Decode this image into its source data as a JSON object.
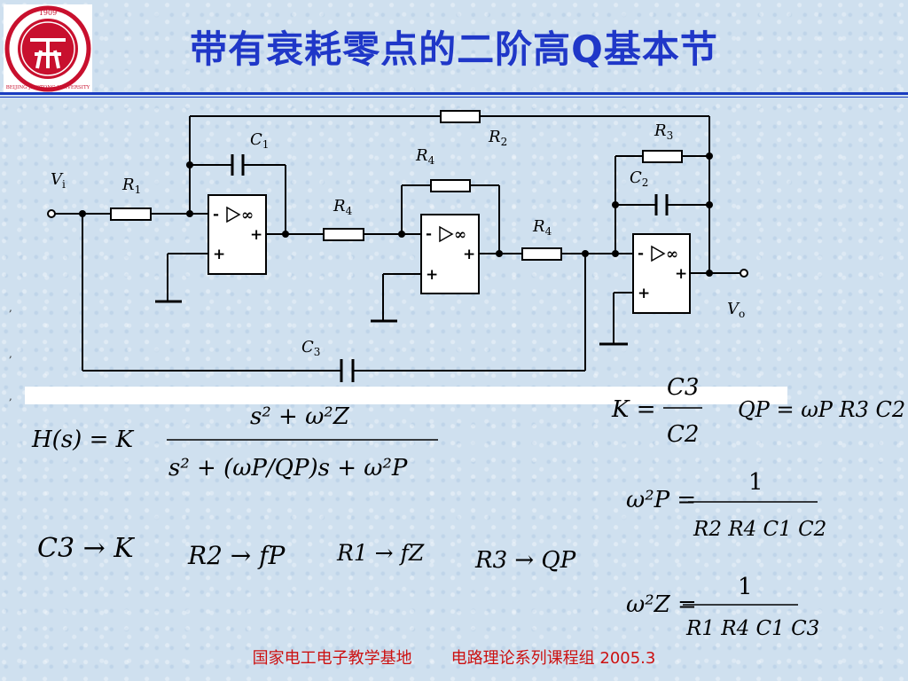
{
  "slide": {
    "title": "带有衰耗零点的二阶高Q基本节",
    "logo": {
      "year": "1909",
      "ring_text": "BEIJING JIAOTONG UNIVERSITY",
      "colors": {
        "ring": "#c8102e"
      }
    },
    "stray_marks": [
      ",",
      ",",
      ","
    ],
    "footer": {
      "left": "国家电工电子教学基地",
      "right": "电路理论系列课程组 2005.3"
    }
  },
  "circuit": {
    "labels": {
      "vi": "V",
      "vi_sub": "i",
      "vo": "V",
      "vo_sub": "o",
      "r1": "R",
      "r1_sub": "1",
      "r2": "R",
      "r2_sub": "2",
      "r3": "R",
      "r3_sub": "3",
      "r4a": "R",
      "r4a_sub": "4",
      "r4b": "R",
      "r4b_sub": "4",
      "r4c": "R",
      "r4c_sub": "4",
      "c1": "C",
      "c1_sub": "1",
      "c2": "C",
      "c2_sub": "2",
      "c3": "C",
      "c3_sub": "3",
      "opamp_minus": "-",
      "opamp_plus": "+",
      "opamp_inf": "∞"
    }
  },
  "equations": {
    "H_lhs": "H(s) = K",
    "H_num": "s² + ω²Z",
    "H_den": "s² + (ωP/QP)s + ω²P",
    "K_lhs": "K =",
    "K_num": "C3",
    "K_den": "C2",
    "QP_eq": "QP = ωP R3 C2",
    "wP_lhs": "ω²P =",
    "wP_num": "1",
    "wP_den": "R2 R4 C1 C2",
    "wZ_lhs": "ω²Z =",
    "wZ_num": "1",
    "wZ_den": "R1 R4 C1 C3",
    "map_c3": "C3 → K",
    "map_r2": "R2 → fP",
    "map_r1": "R1 → fZ",
    "map_r3": "R3 → QP"
  }
}
